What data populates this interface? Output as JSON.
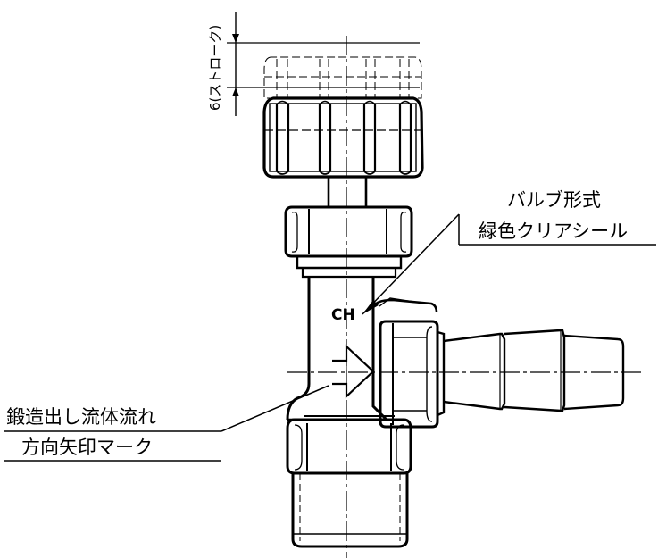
{
  "labels": {
    "valve_type": "バルブ形式",
    "seal": "緑色クリアシール",
    "forged_line1": "鍛造出し流体流れ",
    "forged_line2": "方向矢印マーク",
    "ch_mark": "CH",
    "stroke_dim": "6(ストローク)"
  }
}
